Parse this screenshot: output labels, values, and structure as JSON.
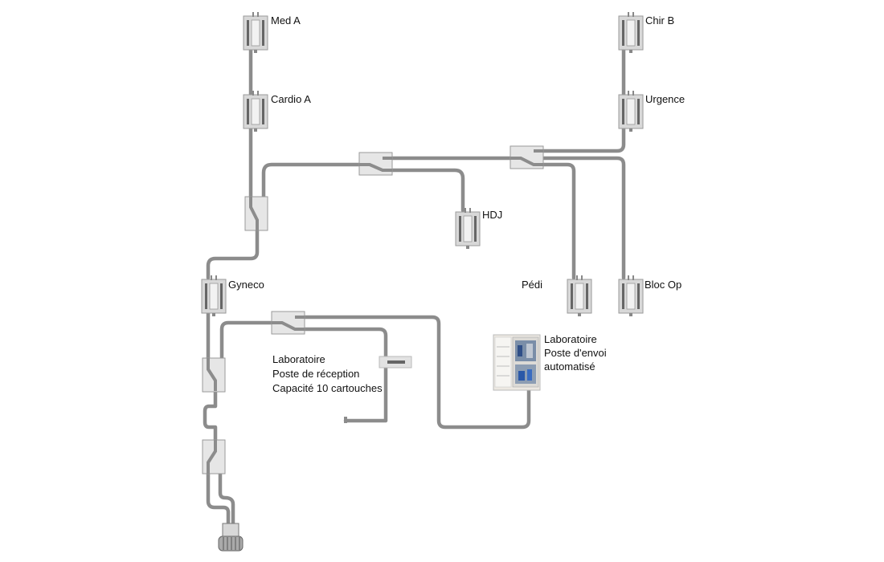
{
  "colors": {
    "tube": "#8c8c8c",
    "station_body": "#d8d8d8",
    "station_border": "#9a9a9a",
    "diverter_body": "#e6e6e6",
    "text": "#111111"
  },
  "stations": {
    "med_a": "Med A",
    "cardio_a": "Cardio A",
    "chir_b": "Chir B",
    "urgence": "Urgence",
    "hdj": "HDJ",
    "gyneco": "Gyneco",
    "pedi": "Pédi",
    "bloc_op": "Bloc Op"
  },
  "lab_reception": {
    "line1": "Laboratoire",
    "line2": "Poste de réception",
    "line3": "Capacité 10 cartouches"
  },
  "lab_send": {
    "line1": "Laboratoire",
    "line2": "Poste d'envoi",
    "line3": "automatisé"
  },
  "icons": {
    "station": "send-receive-station-icon",
    "diverter": "diverter-icon",
    "blower": "blower-icon",
    "automated_station": "automated-station-icon"
  }
}
